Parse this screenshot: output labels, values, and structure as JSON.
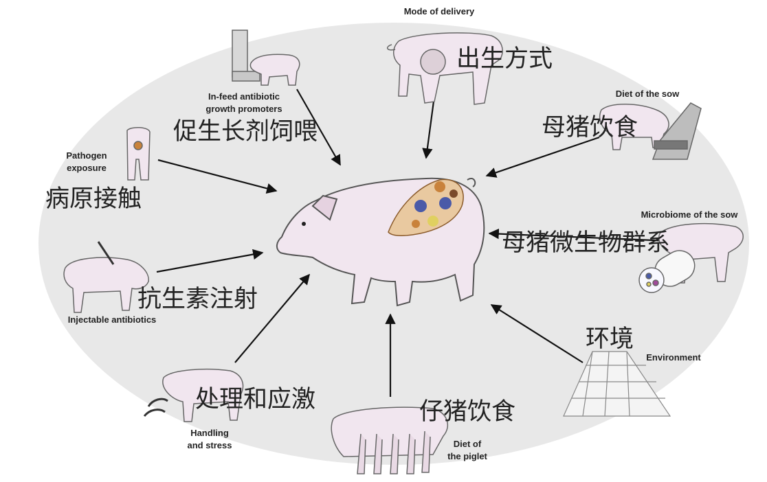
{
  "factors": [
    {
      "id": "delivery",
      "en": [
        "Mode of delivery"
      ],
      "zh": "出生方式"
    },
    {
      "id": "infeed",
      "en": [
        "In-feed antibiotic",
        "growth promoters"
      ],
      "zh": "促生长剂饲喂"
    },
    {
      "id": "sow-diet",
      "en": [
        "Diet of the sow"
      ],
      "zh": "母猪饮食"
    },
    {
      "id": "pathogen",
      "en": [
        "Pathogen",
        "exposure"
      ],
      "zh": "病原接触"
    },
    {
      "id": "sow-microbiome",
      "en": [
        "Microbiome of the sow"
      ],
      "zh": "母猪微生物群系"
    },
    {
      "id": "injectable",
      "en": [
        "Injectable antibiotics"
      ],
      "zh": "抗生素注射"
    },
    {
      "id": "environment",
      "en": [
        "Environment"
      ],
      "zh": "环境"
    },
    {
      "id": "handling",
      "en": [
        "Handling",
        "and stress"
      ],
      "zh": "处理和应激"
    },
    {
      "id": "piglet-diet",
      "en": [
        "Diet of",
        "the piglet"
      ],
      "zh": "仔猪饮食"
    }
  ],
  "colors": {
    "background": "#e8e8e8",
    "pig": "#f1e6ef",
    "pig_outline": "#555555",
    "arrow": "#111111",
    "gut": "#c9823b",
    "gut_bubble": "#4a5aa8"
  }
}
